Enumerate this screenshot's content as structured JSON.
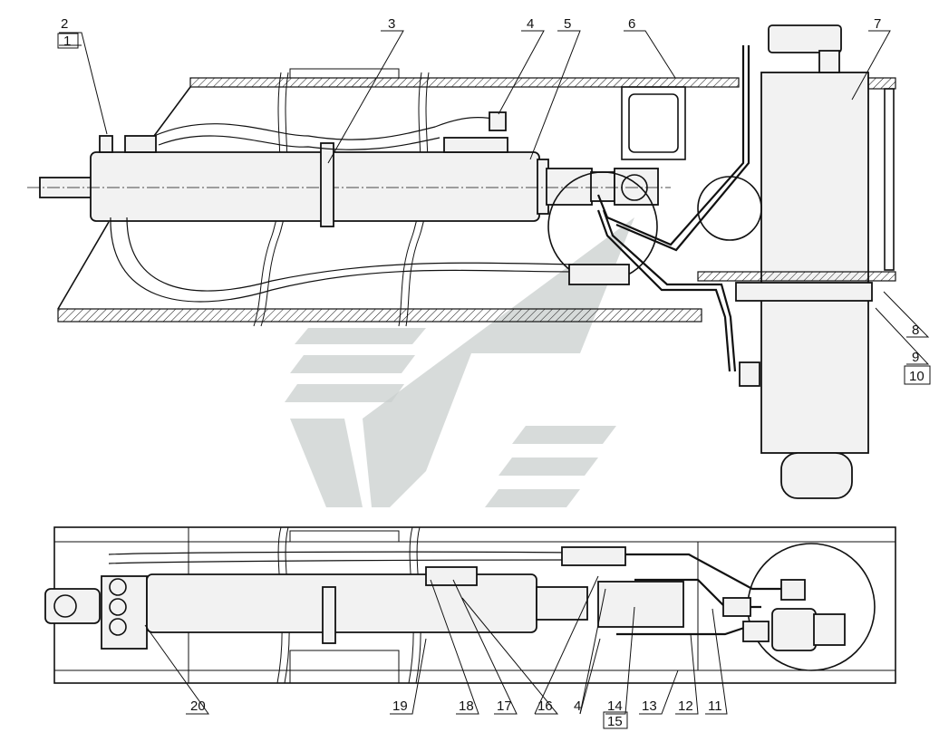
{
  "drawing": {
    "callouts": [
      {
        "id": "c1",
        "text": "1",
        "boxed": true
      },
      {
        "id": "c2",
        "text": "2",
        "boxed": false
      },
      {
        "id": "c3",
        "text": "3",
        "boxed": false
      },
      {
        "id": "c4a",
        "text": "4",
        "boxed": false
      },
      {
        "id": "c5",
        "text": "5",
        "boxed": false
      },
      {
        "id": "c6",
        "text": "6",
        "boxed": false
      },
      {
        "id": "c7",
        "text": "7",
        "boxed": false
      },
      {
        "id": "c8",
        "text": "8",
        "boxed": false
      },
      {
        "id": "c9",
        "text": "9",
        "boxed": false
      },
      {
        "id": "c10",
        "text": "10",
        "boxed": true
      },
      {
        "id": "c20",
        "text": "20",
        "boxed": false
      },
      {
        "id": "c19",
        "text": "19",
        "boxed": false
      },
      {
        "id": "c18",
        "text": "18",
        "boxed": false
      },
      {
        "id": "c17",
        "text": "17",
        "boxed": false
      },
      {
        "id": "c16",
        "text": "16",
        "boxed": false
      },
      {
        "id": "c4b",
        "text": "4",
        "boxed": false
      },
      {
        "id": "c14",
        "text": "14",
        "boxed": false
      },
      {
        "id": "c15",
        "text": "15",
        "boxed": true
      },
      {
        "id": "c13",
        "text": "13",
        "boxed": false
      },
      {
        "id": "c12",
        "text": "12",
        "boxed": false
      },
      {
        "id": "c11",
        "text": "11",
        "boxed": false
      }
    ],
    "colors": {
      "line": "#111111",
      "watermark": "#c9cfcd",
      "hatch": "#111111"
    }
  }
}
